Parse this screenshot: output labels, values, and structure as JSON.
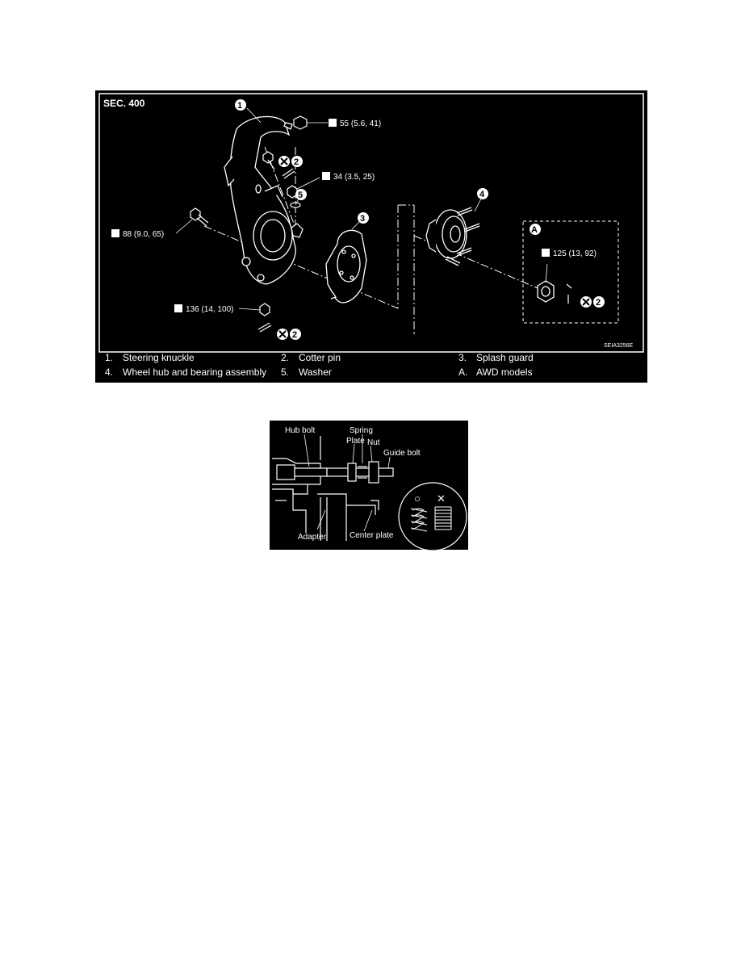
{
  "figure1": {
    "section": "SEC. 400",
    "code": "SEIA3256E",
    "torque_specs": [
      {
        "id": "t55",
        "text": "55 (5.6, 41)"
      },
      {
        "id": "t34",
        "text": "34 (3.5, 25)"
      },
      {
        "id": "t88",
        "text": "88 (9.0, 65)"
      },
      {
        "id": "t136",
        "text": "136 (14, 100)"
      },
      {
        "id": "t125",
        "text": "125 (13, 92)"
      }
    ],
    "callouts": [
      "1",
      "2",
      "3",
      "4",
      "5",
      "A"
    ],
    "legend": [
      {
        "num": "1.",
        "label": "Steering knuckle"
      },
      {
        "num": "2.",
        "label": "Cotter pin"
      },
      {
        "num": "3.",
        "label": "Splash guard"
      },
      {
        "num": "4.",
        "label": "Wheel hub and bearing assembly"
      },
      {
        "num": "5.",
        "label": "Washer"
      },
      {
        "num": "A.",
        "label": "AWD models"
      }
    ]
  },
  "figure2": {
    "labels": {
      "hub_bolt": "Hub bolt",
      "spring": "Spring",
      "plate": "Plate",
      "nut": "Nut",
      "guide_bolt": "Guide bolt",
      "adapter": "Adapter",
      "center_plate": "Center plate"
    },
    "correct_mark": "○",
    "wrong_mark": "✕"
  }
}
